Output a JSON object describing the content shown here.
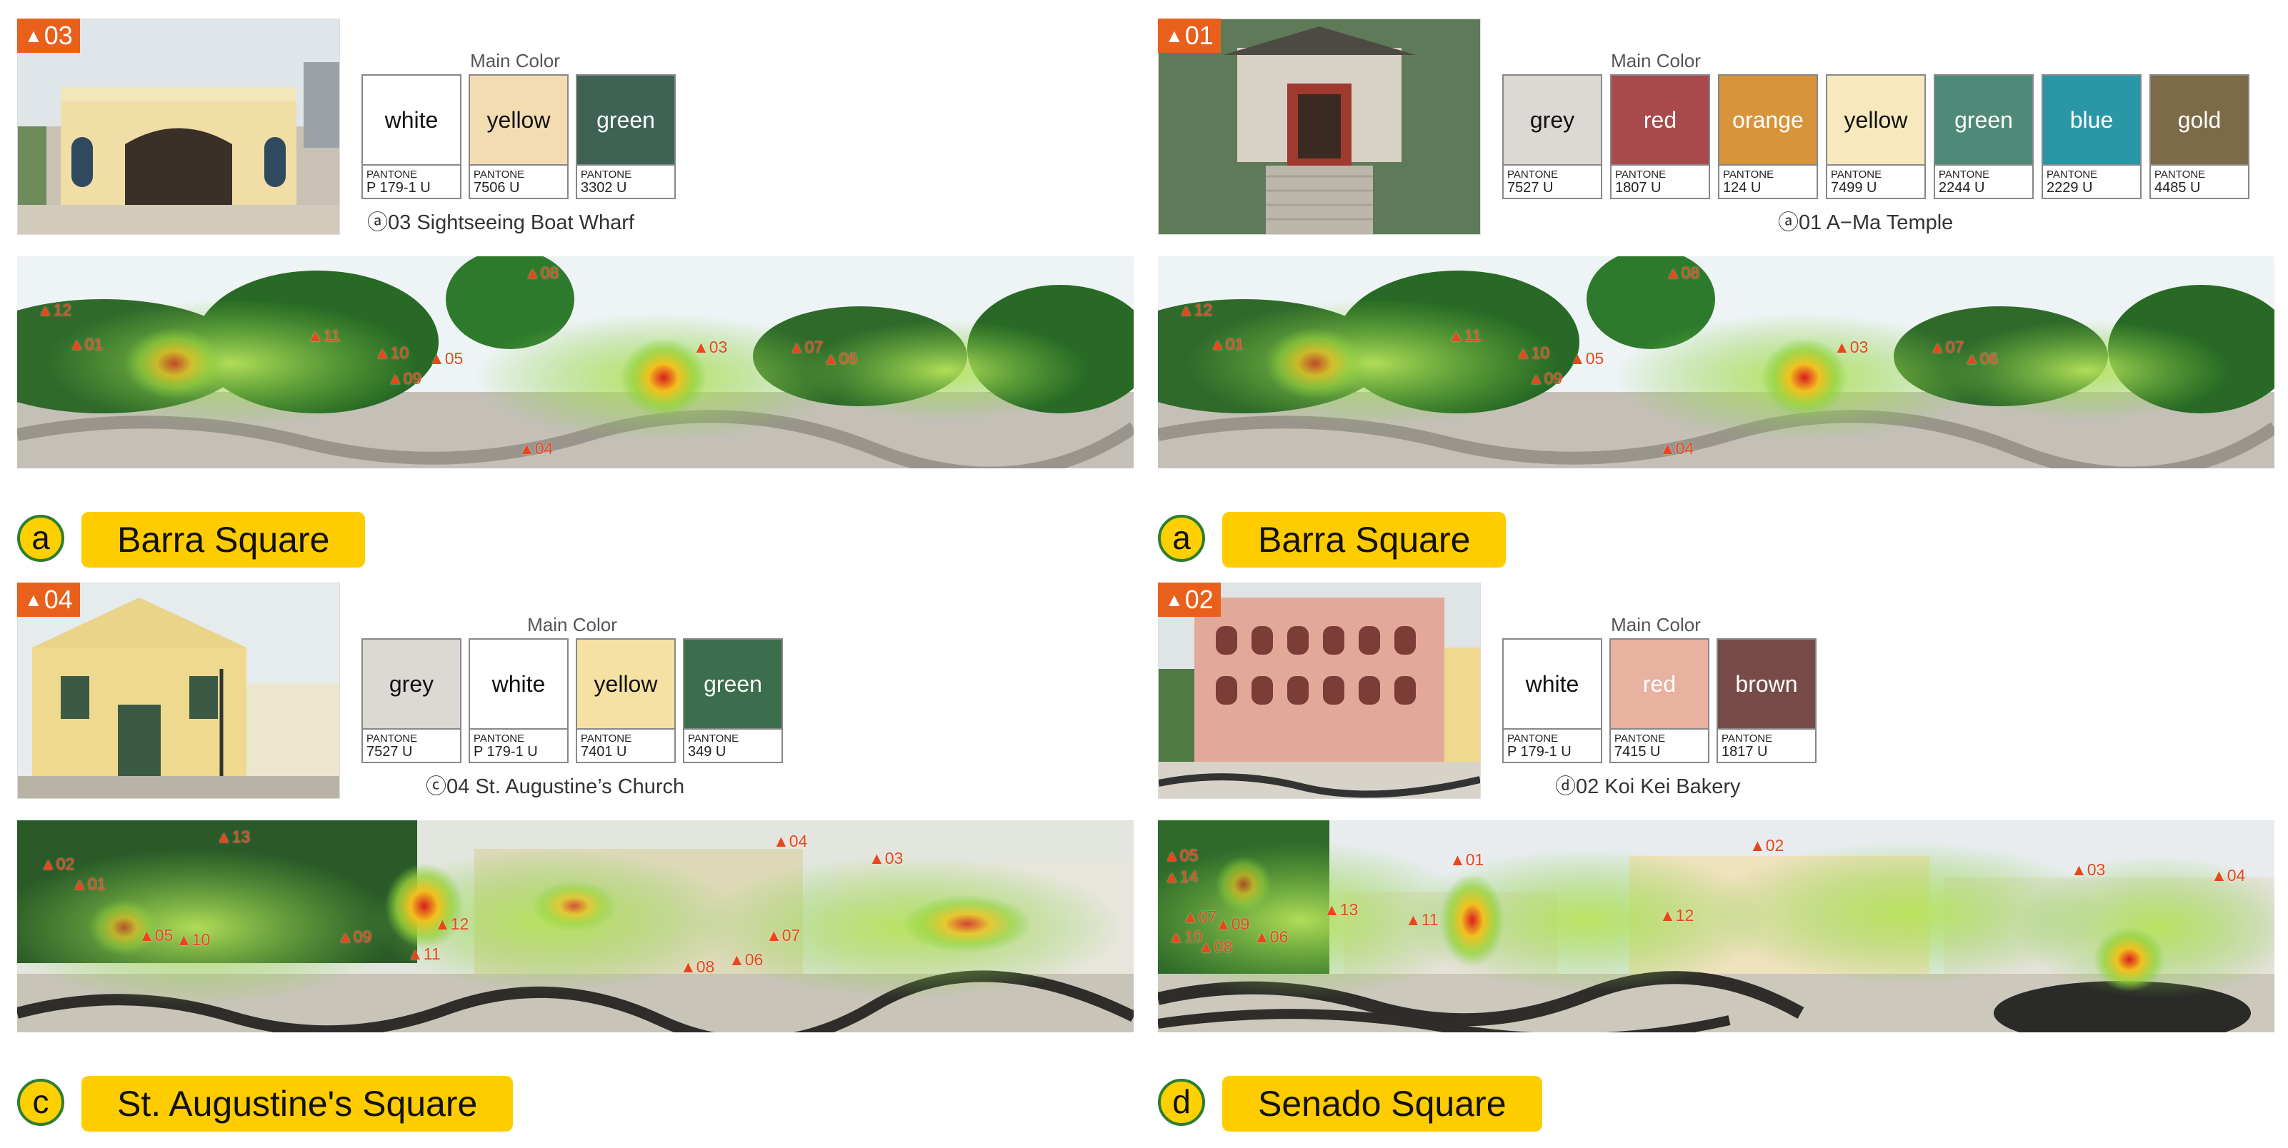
{
  "main_color_label": "Main Color",
  "pantone_label": "PANTONE",
  "panels": {
    "tl": {
      "badge": "03",
      "swatches": [
        {
          "name": "white",
          "code": "P 179-1 U",
          "color": "#ffffff",
          "text": "#111111"
        },
        {
          "name": "yellow",
          "code": "7506 U",
          "color": "#f4dcb2",
          "text": "#111111"
        },
        {
          "name": "green",
          "code": "3302 U",
          "color": "#3e6354",
          "text": "#ffffff"
        }
      ],
      "caption": "ⓐ03  Sightseeing Boat Wharf",
      "markers": [
        "12",
        "01",
        "11",
        "10",
        "09",
        "05",
        "08",
        "03",
        "07",
        "06",
        "04"
      ],
      "letter": "a",
      "square": "Barra Square"
    },
    "tr": {
      "badge": "01",
      "swatches": [
        {
          "name": "grey",
          "code": "7527 U",
          "color": "#dcd8d3",
          "text": "#111111"
        },
        {
          "name": "red",
          "code": "1807 U",
          "color": "#a84a4b",
          "text": "#ffffff"
        },
        {
          "name": "orange",
          "code": "124 U",
          "color": "#d7943a",
          "text": "#ffffff"
        },
        {
          "name": "yellow",
          "code": "7499 U",
          "color": "#f7e9bd",
          "text": "#111111"
        },
        {
          "name": "green",
          "code": "2244 U",
          "color": "#4f8a78",
          "text": "#ffffff"
        },
        {
          "name": "blue",
          "code": "2229 U",
          "color": "#2a97a9",
          "text": "#ffffff"
        },
        {
          "name": "gold",
          "code": "4485 U",
          "color": "#7c6a48",
          "text": "#ffffff"
        }
      ],
      "caption": "ⓐ01  A−Ma Temple",
      "markers": [
        "12",
        "01",
        "11",
        "10",
        "09",
        "05",
        "08",
        "03",
        "07",
        "06",
        "04"
      ],
      "letter": "a",
      "square": "Barra Square"
    },
    "bl": {
      "badge": "04",
      "swatches": [
        {
          "name": "grey",
          "code": "7527 U",
          "color": "#dcd8d3",
          "text": "#111111"
        },
        {
          "name": "white",
          "code": "P 179-1 U",
          "color": "#ffffff",
          "text": "#111111"
        },
        {
          "name": "yellow",
          "code": "7401 U",
          "color": "#f6e1a4",
          "text": "#111111"
        },
        {
          "name": "green",
          "code": "349 U",
          "color": "#3b6e4c",
          "text": "#ffffff"
        }
      ],
      "caption": "ⓒ04  St. Augustine’s Church",
      "markers": [
        "02",
        "01",
        "13",
        "05",
        "10",
        "09",
        "12",
        "11",
        "04",
        "03",
        "07",
        "08",
        "06"
      ],
      "letter": "c",
      "square": "St. Augustine's Square"
    },
    "br": {
      "badge": "02",
      "swatches": [
        {
          "name": "white",
          "code": "P 179-1 U",
          "color": "#ffffff",
          "text": "#111111"
        },
        {
          "name": "red",
          "code": "7415 U",
          "color": "#e8b1a0",
          "text": "#ffffff"
        },
        {
          "name": "brown",
          "code": "1817 U",
          "color": "#774c48",
          "text": "#ffffff"
        }
      ],
      "caption": "ⓓ02  Koi Kei Bakery",
      "markers": [
        "05",
        "14",
        "01",
        "02",
        "03",
        "04",
        "13",
        "11",
        "12",
        "07",
        "09",
        "10",
        "08",
        "06"
      ],
      "letter": "d",
      "square": "Senado Square"
    }
  }
}
